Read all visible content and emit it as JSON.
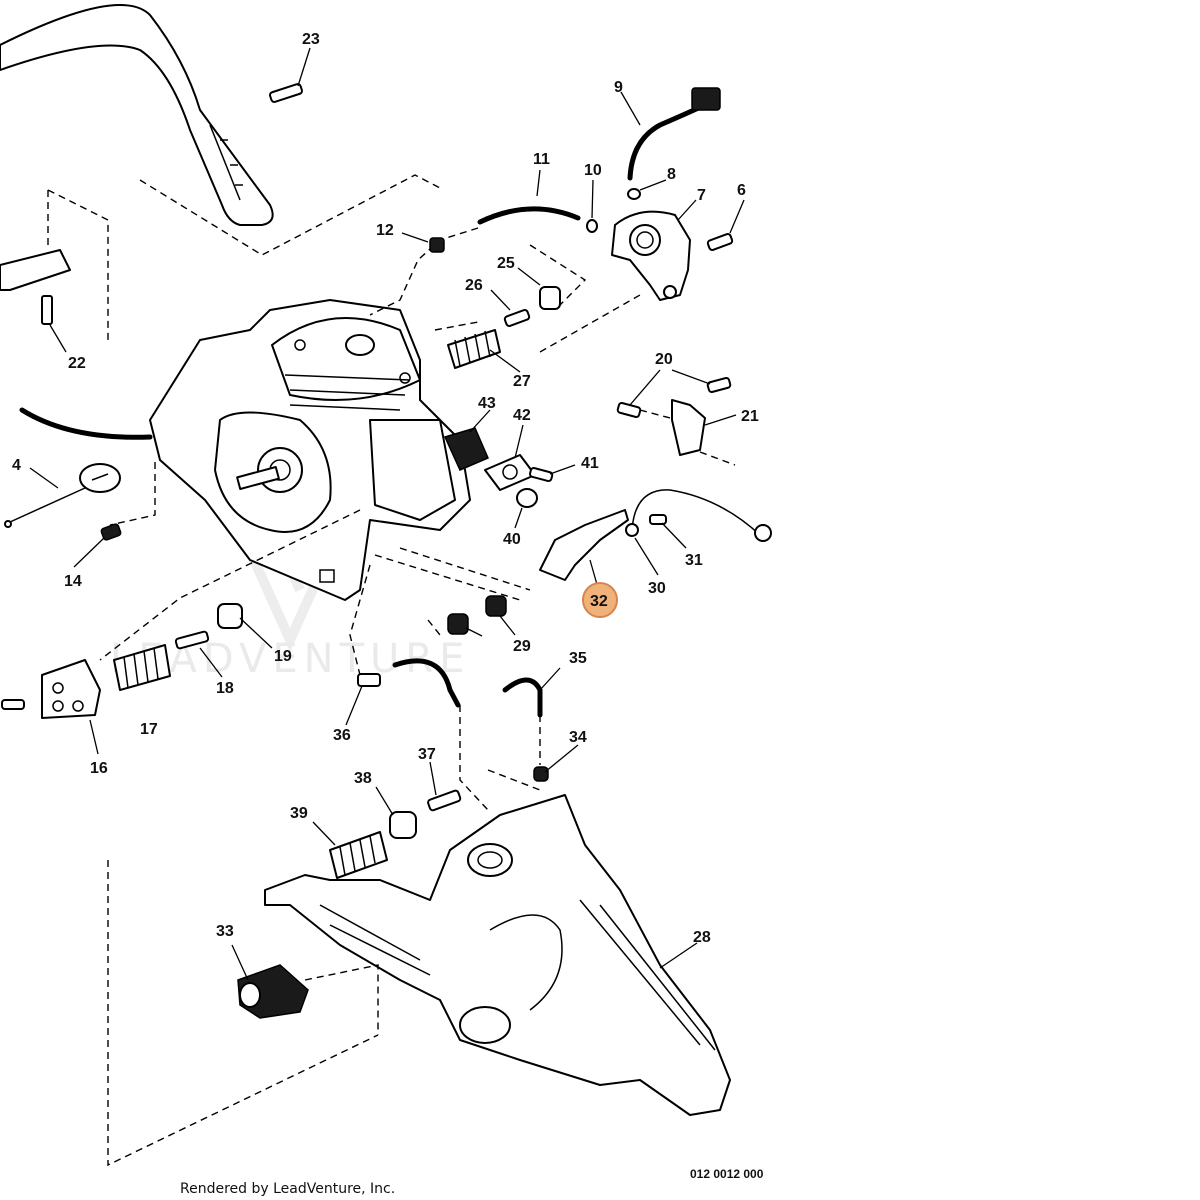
{
  "diagram": {
    "callouts": {
      "c4": "4",
      "c6": "6",
      "c7": "7",
      "c8": "8",
      "c9": "9",
      "c10": "10",
      "c11": "11",
      "c12": "12",
      "c14": "14",
      "c16": "16",
      "c17": "17",
      "c18": "18",
      "c19": "19",
      "c20": "20",
      "c21": "21",
      "c22": "22",
      "c23": "23",
      "c25": "25",
      "c26": "26",
      "c27": "27",
      "c28": "28",
      "c29": "29",
      "c30": "30",
      "c31": "31",
      "c32": "32",
      "c33": "33",
      "c34": "34",
      "c35": "35",
      "c36": "36",
      "c37": "37",
      "c38": "38",
      "c39": "39",
      "c40": "40",
      "c41": "41",
      "c42": "42",
      "c43": "43"
    },
    "highlighted_callout": "32",
    "highlight_color": "#f0b27a",
    "highlight_border_color": "#d9844a",
    "drawing_code": "012 0012 000",
    "credit": "Rendered by LeadVenture, Inc."
  }
}
